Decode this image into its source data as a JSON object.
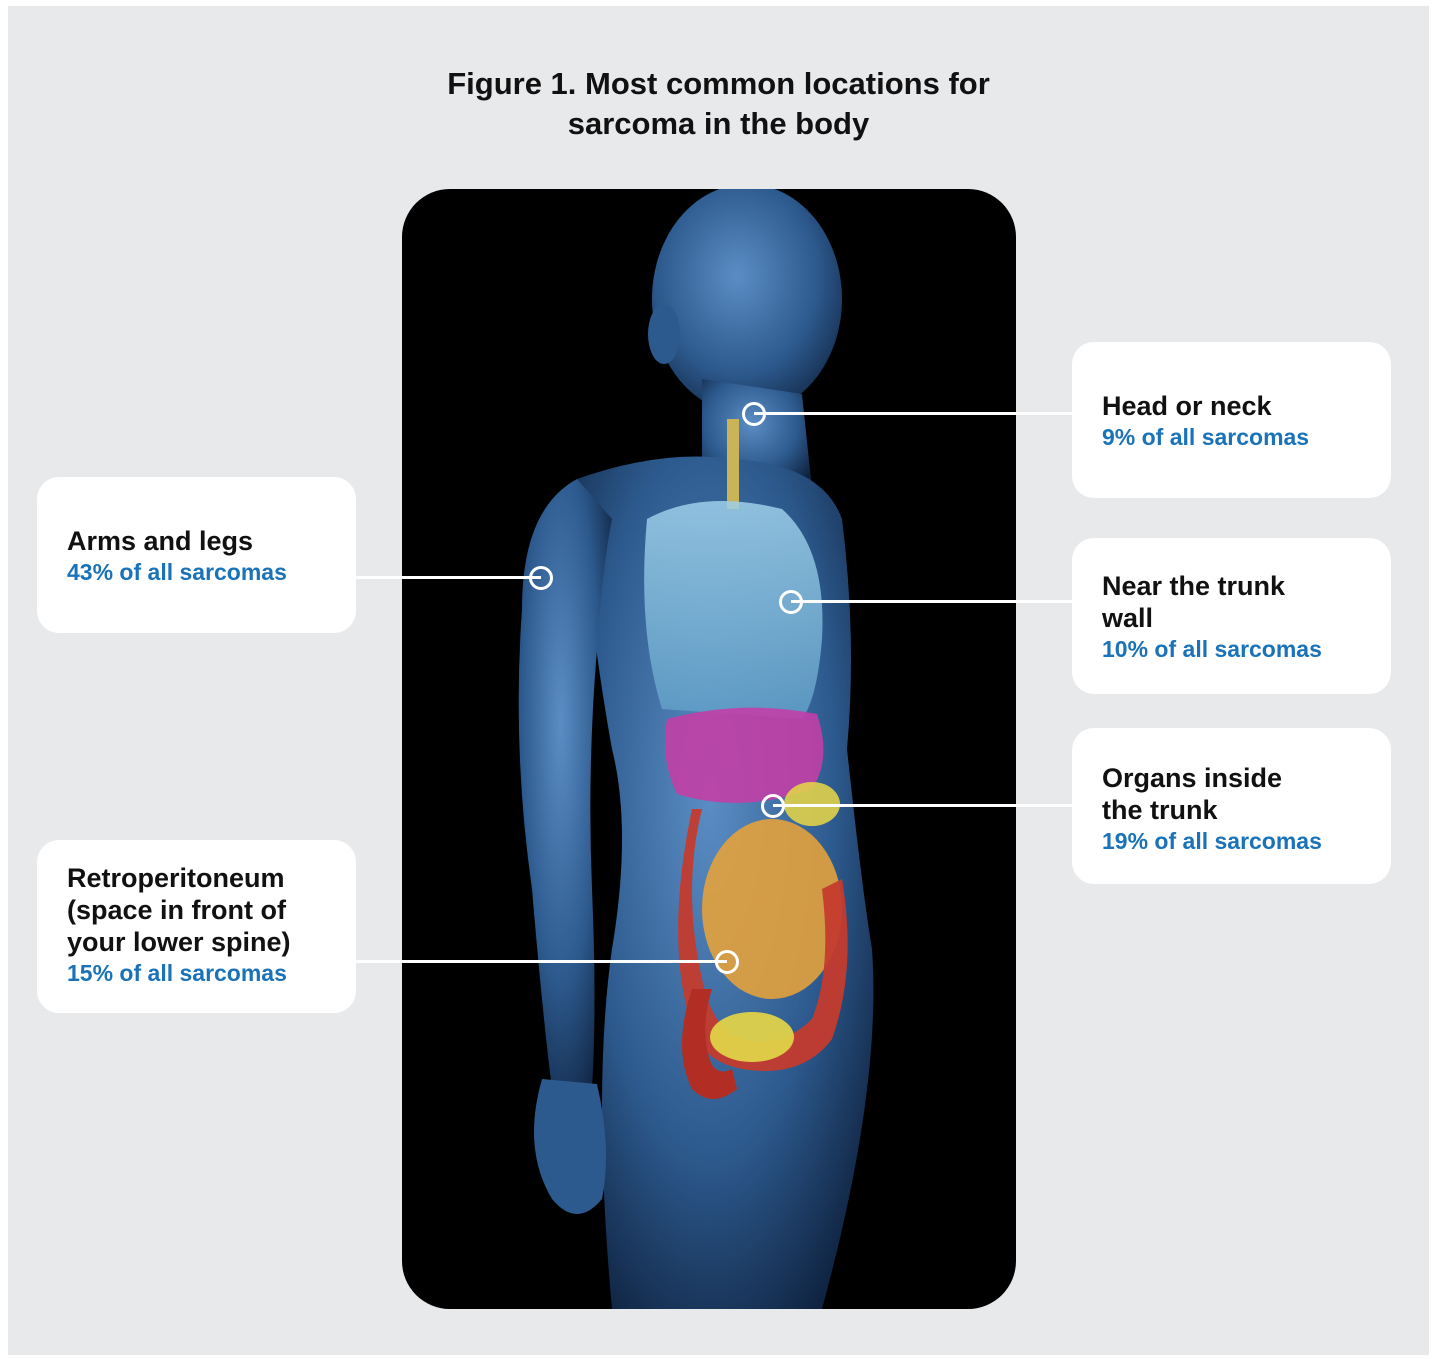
{
  "title": {
    "line1": "Figure 1. Most common locations for",
    "line2": "sarcoma in the body"
  },
  "colors": {
    "background": "#e8e9eb",
    "stat_blue": "#1a73b9",
    "body_blue": "#3f6fa6",
    "lungs": "#7fb8d8",
    "liver": "#c23fa6",
    "intestines": "#c43b2e",
    "small_intestine": "#e3a13c",
    "bladder": "#e0d24a"
  },
  "callouts": {
    "head_neck": {
      "label": [
        "Head or neck"
      ],
      "stat": "9% of all sarcomas"
    },
    "trunk_wall": {
      "label": [
        "Near the trunk",
        "wall"
      ],
      "stat": "10% of all sarcomas"
    },
    "organs": {
      "label": [
        "Organs inside",
        "the trunk"
      ],
      "stat": "19% of all sarcomas"
    },
    "arms_legs": {
      "label": [
        "Arms and legs"
      ],
      "stat": "43% of all sarcomas"
    },
    "retro": {
      "label": [
        "Retroperitoneum",
        "(space in front of",
        "your lower spine)"
      ],
      "stat": "15% of all sarcomas"
    }
  }
}
